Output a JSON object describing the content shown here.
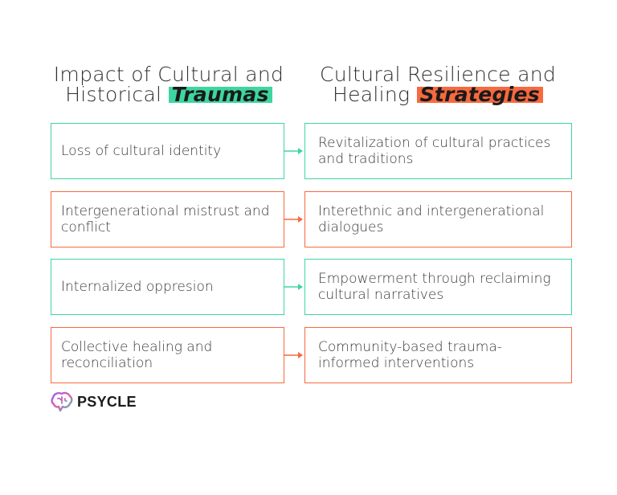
{
  "headings": {
    "left": {
      "line1": "Impact of Cultural and",
      "line2_plain": "Historical ",
      "line2_highlight": "Traumas",
      "highlight_color": "#3ed6a0"
    },
    "right": {
      "line1": "Cultural Resilience and",
      "line2_plain": "Healing ",
      "line2_highlight": "Strategies",
      "highlight_color": "#f7693f"
    }
  },
  "colors": {
    "teal": "#3ed6a0",
    "orange": "#f7693f"
  },
  "rows": [
    {
      "impact": "Loss of cultural identity",
      "strategy": "Revitalization of cultural practices and traditions",
      "color": "#3ed6a0"
    },
    {
      "impact": "Intergenerational mistrust and conflict",
      "strategy": "Interethnic and intergenerational dialogues",
      "color": "#f7693f"
    },
    {
      "impact": "Internalized oppresion",
      "strategy": "Empowerment through reclaiming cultural narratives",
      "color": "#3ed6a0"
    },
    {
      "impact": "Collective healing and reconciliation",
      "strategy": "Community-based trauma-informed interventions",
      "color": "#f7693f"
    }
  ],
  "logo": {
    "text": "PSYCLE",
    "icon": "brain-icon"
  }
}
